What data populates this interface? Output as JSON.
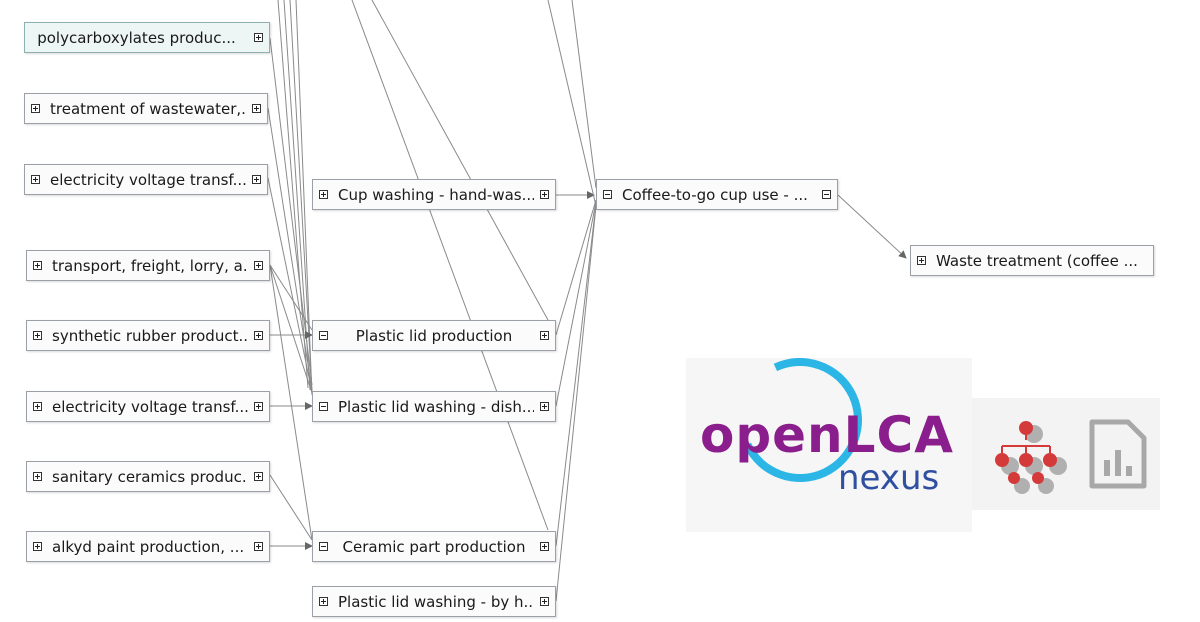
{
  "nodes": {
    "polycarboxylates": "polycarboxylates produc...",
    "wastewater": "treatment of wastewater,...",
    "electricity1": "electricity voltage transf...",
    "transport": "transport, freight, lorry, a...",
    "rubber": "synthetic rubber product...",
    "electricity2": "electricity voltage transf...",
    "sanitary": "sanitary ceramics produc...",
    "alkyd": "alkyd paint production, ...",
    "cup_washing": "Cup washing - hand-was...",
    "lid_production": "Plastic lid production",
    "lid_dish": "Plastic lid washing - dish...",
    "ceramic": "Ceramic part production",
    "lid_hand": "Plastic lid washing - by h...",
    "coffee": "Coffee-to-go cup use - ...",
    "waste": "Waste treatment (coffee ..."
  },
  "logo": {
    "brand_top": "openLCA",
    "brand_bottom": "nexus",
    "brand_top_color": "#8a1e8c",
    "brand_bottom_color": "#2f4fa0",
    "ring_color": "#2bb6e6"
  },
  "icons": [
    "process-tree-icon",
    "chart-document-icon"
  ]
}
